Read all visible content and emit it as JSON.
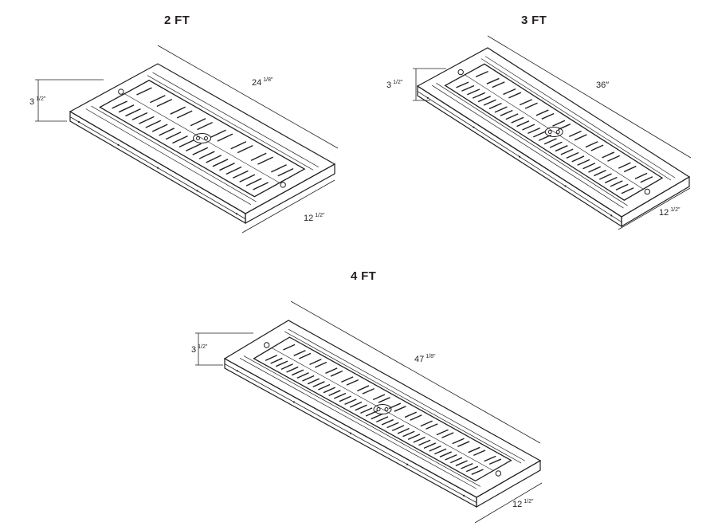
{
  "fixtures": [
    {
      "title": "2 FT",
      "height": {
        "whole": "3",
        "fraction": "1/2″"
      },
      "length": {
        "whole": "24",
        "fraction": "1/8″"
      },
      "width": {
        "whole": "12",
        "fraction": "1/2″"
      },
      "slot_count": 44
    },
    {
      "title": "3 FT",
      "height": {
        "whole": "3",
        "fraction": "1/2″"
      },
      "length": {
        "whole": "36″",
        "fraction": ""
      },
      "width": {
        "whole": "12",
        "fraction": "1/2″"
      },
      "slot_count": 62
    },
    {
      "title": "4 FT",
      "height": {
        "whole": "3",
        "fraction": "1/2″"
      },
      "length": {
        "whole": "47",
        "fraction": "1/8″"
      },
      "width": {
        "whole": "12",
        "fraction": "1/2″"
      },
      "slot_count": 80
    }
  ]
}
